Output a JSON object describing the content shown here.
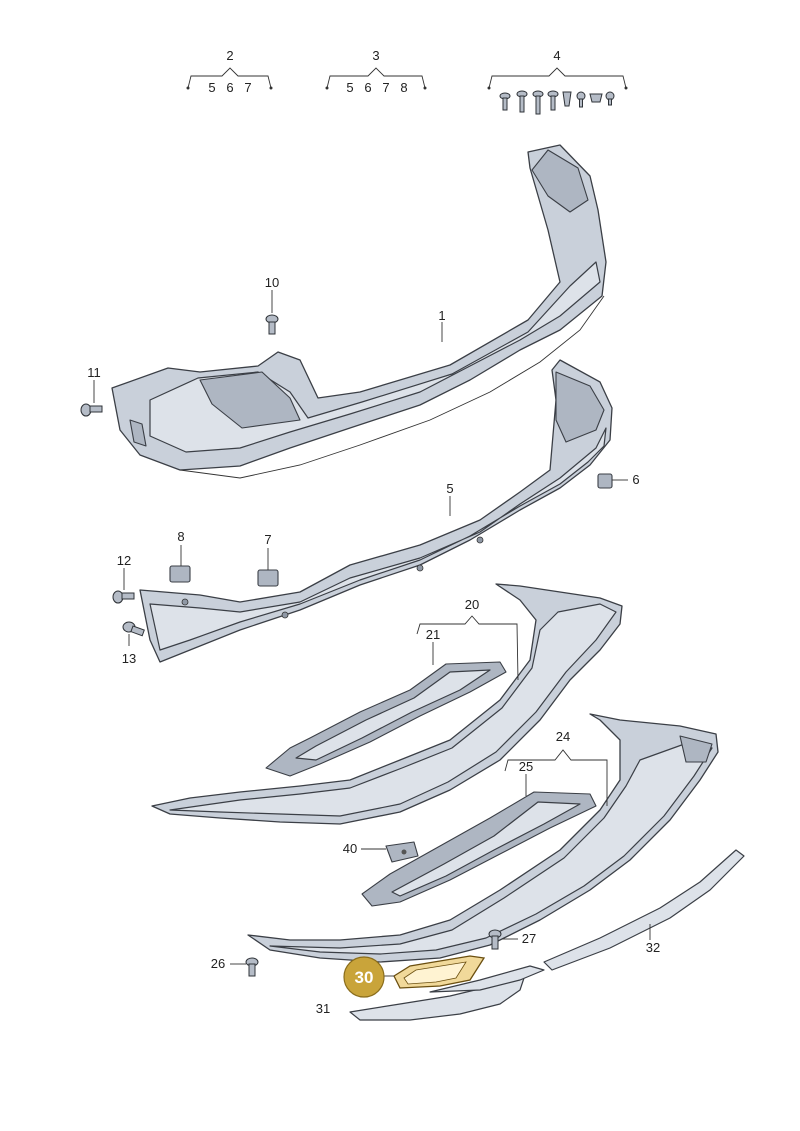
{
  "groups": [
    {
      "number": "2",
      "members": [
        "5",
        "6",
        "7"
      ]
    },
    {
      "number": "3",
      "members": [
        "5",
        "6",
        "7",
        "8"
      ]
    },
    {
      "number": "4",
      "members": []
    }
  ],
  "callouts": {
    "c1": "1",
    "c5": "5",
    "c6": "6",
    "c7": "7",
    "c8": "8",
    "c10": "10",
    "c11": "11",
    "c12": "12",
    "c13": "13",
    "c20": "20",
    "c21": "21",
    "c24": "24",
    "c25": "25",
    "c26": "26",
    "c27": "27",
    "c31": "31",
    "c32": "32",
    "c40": "40"
  },
  "highlight": {
    "number": "30",
    "color": "#c9a43a"
  }
}
